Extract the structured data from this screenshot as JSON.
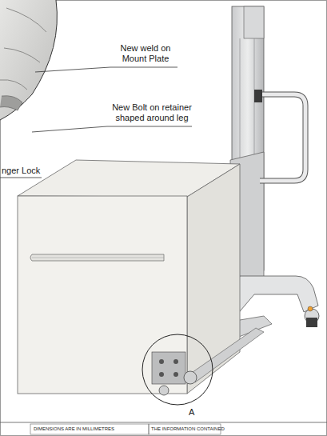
{
  "diagram": {
    "labels": [
      "New weld on Mount Plate",
      "New Bolt on retainer shaped around leg",
      "nger Lock",
      "A",
      "DIMENSIONS ARE IN MILLIMETRES",
      "THE INFORMATION CONTAINED"
    ]
  }
}
